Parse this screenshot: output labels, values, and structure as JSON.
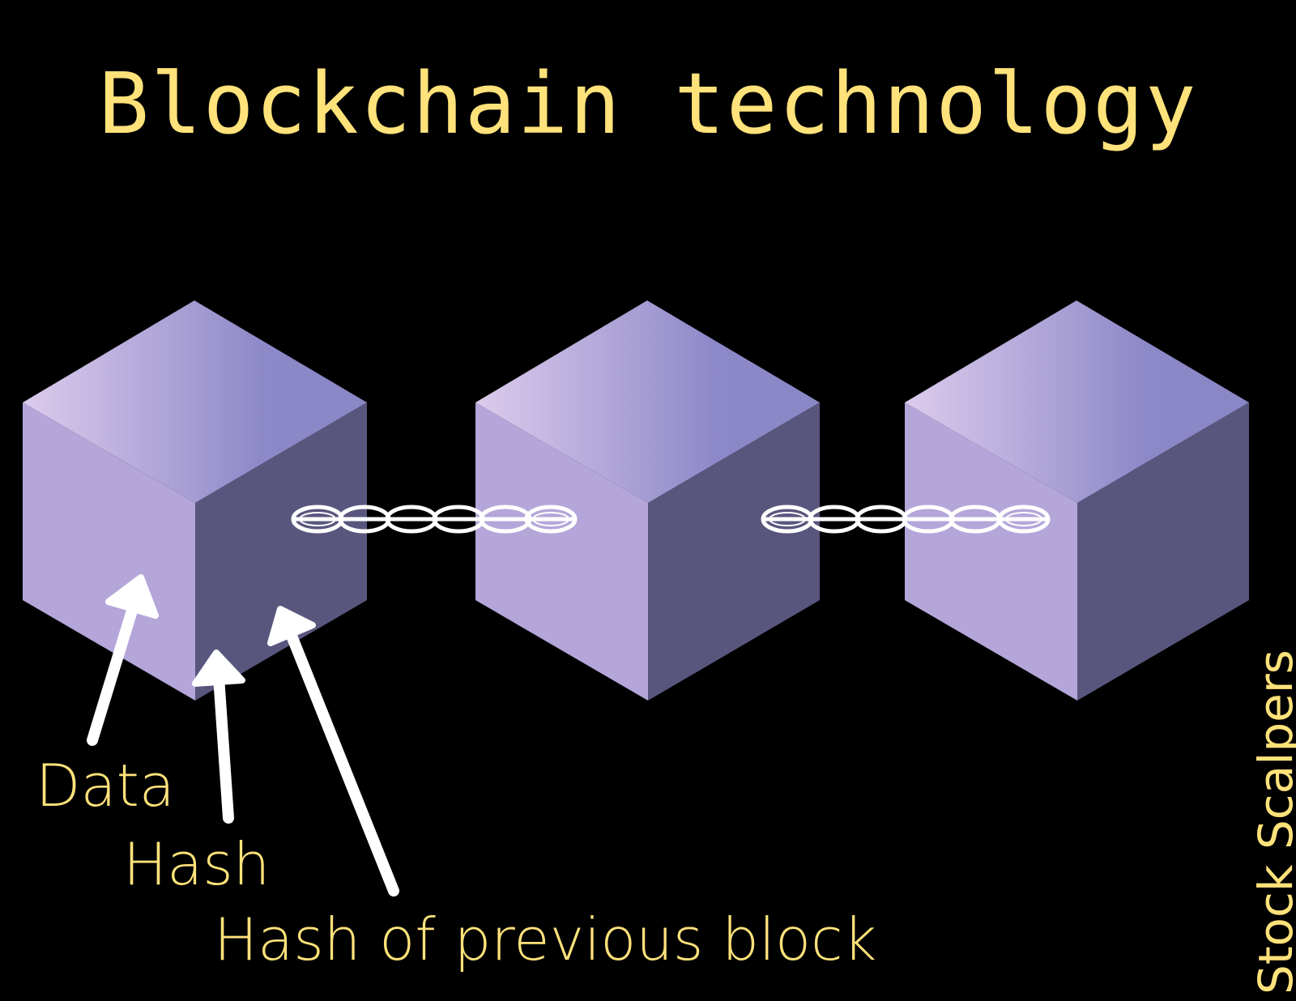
{
  "title": "Blockchain technology",
  "labels": {
    "data": "Data",
    "hash": "Hash",
    "previous_hash": "Hash of previous block"
  },
  "watermark": "Stock Scalpers",
  "colors": {
    "background": "#000000",
    "text": "#FFE27A",
    "cube_top_light": "#D9C6EA",
    "cube_top_dark": "#8A87C6",
    "cube_front": "#B4A6D9",
    "cube_side": "#59567E",
    "chain": "#FFFFFF",
    "arrow": "#FFFFFF"
  },
  "blocks": [
    "block-1",
    "block-2",
    "block-3"
  ],
  "links": [
    "chain-1-2",
    "chain-2-3"
  ]
}
